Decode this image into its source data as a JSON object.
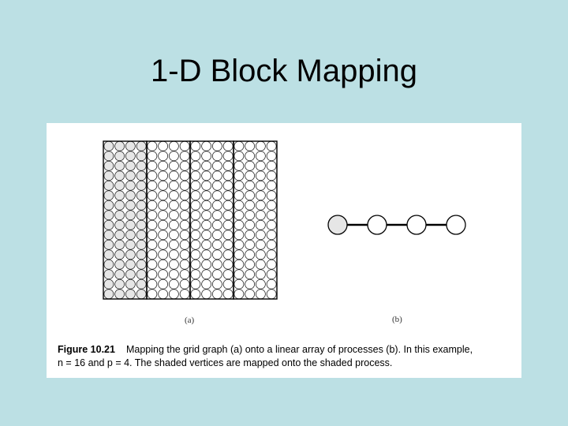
{
  "slide": {
    "title": "1-D Block Mapping"
  },
  "figure": {
    "subfigure_a_label": "(a)",
    "subfigure_b_label": "(b)",
    "caption_label": "Figure 10.21",
    "caption_line1": "Mapping the grid graph (a) onto a linear array of processes (b).  In this example,",
    "caption_line2": "n = 16 and p = 4. The shaded vertices are mapped onto the shaded process.",
    "grid": {
      "n": 16,
      "p": 4,
      "vertices_per_side": 16
    },
    "processes": {
      "count": 4,
      "shaded_index": 0
    },
    "colors": {
      "background": "#bce0e4",
      "shaded_vertex": "#e6e6e6",
      "vertex_stroke": "#222222",
      "block_border": "#000000"
    }
  }
}
